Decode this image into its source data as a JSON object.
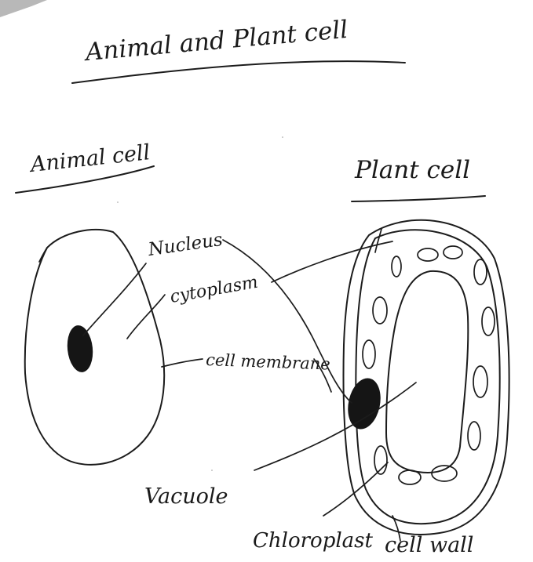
{
  "diagram": {
    "title": "Animal and Plant cell",
    "animal_heading": "Animal cell",
    "plant_heading": "Plant cell",
    "labels": {
      "nucleus": "Nucleus",
      "cytoplasm": "cytoplasm",
      "cell_membrane": "cell membrane",
      "vacuole": "Vacuole",
      "chloroplast": "Chloroplast",
      "cell_wall": "cell wall"
    },
    "colors": {
      "ink": "#1c1c1c",
      "paper": "#ffffff"
    }
  }
}
